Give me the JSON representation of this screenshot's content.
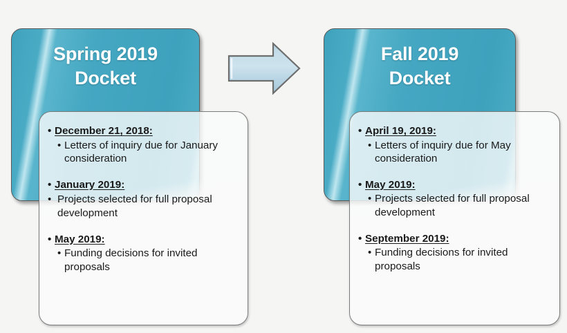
{
  "background_color": "#f5f5f4",
  "accent_color": "#45a7c2",
  "arrow_color": "#bdd7e3",
  "arrow_outline_color": "#6e6e6e",
  "columns": [
    {
      "id": "spring-2019",
      "header_title": "Spring 2019\nDocket",
      "groups": [
        {
          "heading": "December 21, 2018:",
          "items": [
            {
              "text": "Letters of inquiry due for January consideration",
              "style": "sub"
            }
          ]
        },
        {
          "heading": "January 2019:",
          "items": [
            {
              "text": "Projects selected for full proposal development",
              "style": "flat"
            }
          ]
        },
        {
          "heading": "May 2019:",
          "items": [
            {
              "text": "Funding decisions for invited proposals",
              "style": "sub"
            }
          ]
        }
      ]
    },
    {
      "id": "fall-2019",
      "header_title": "Fall 2019\nDocket",
      "groups": [
        {
          "heading": "April 19, 2019:",
          "items": [
            {
              "text": "Letters of inquiry due for May consideration",
              "style": "sub"
            }
          ]
        },
        {
          "heading": "May 2019:",
          "items": [
            {
              "text": "Projects selected for full proposal development",
              "style": "sub"
            }
          ]
        },
        {
          "heading": "September 2019:",
          "items": [
            {
              "text": "Funding decisions for invited proposals",
              "style": "sub"
            }
          ]
        }
      ]
    }
  ],
  "arrow": {
    "name": "right-arrow",
    "direction": "right",
    "meaning": "Spring docket leads to Fall docket"
  },
  "bullet_glyph": "•"
}
